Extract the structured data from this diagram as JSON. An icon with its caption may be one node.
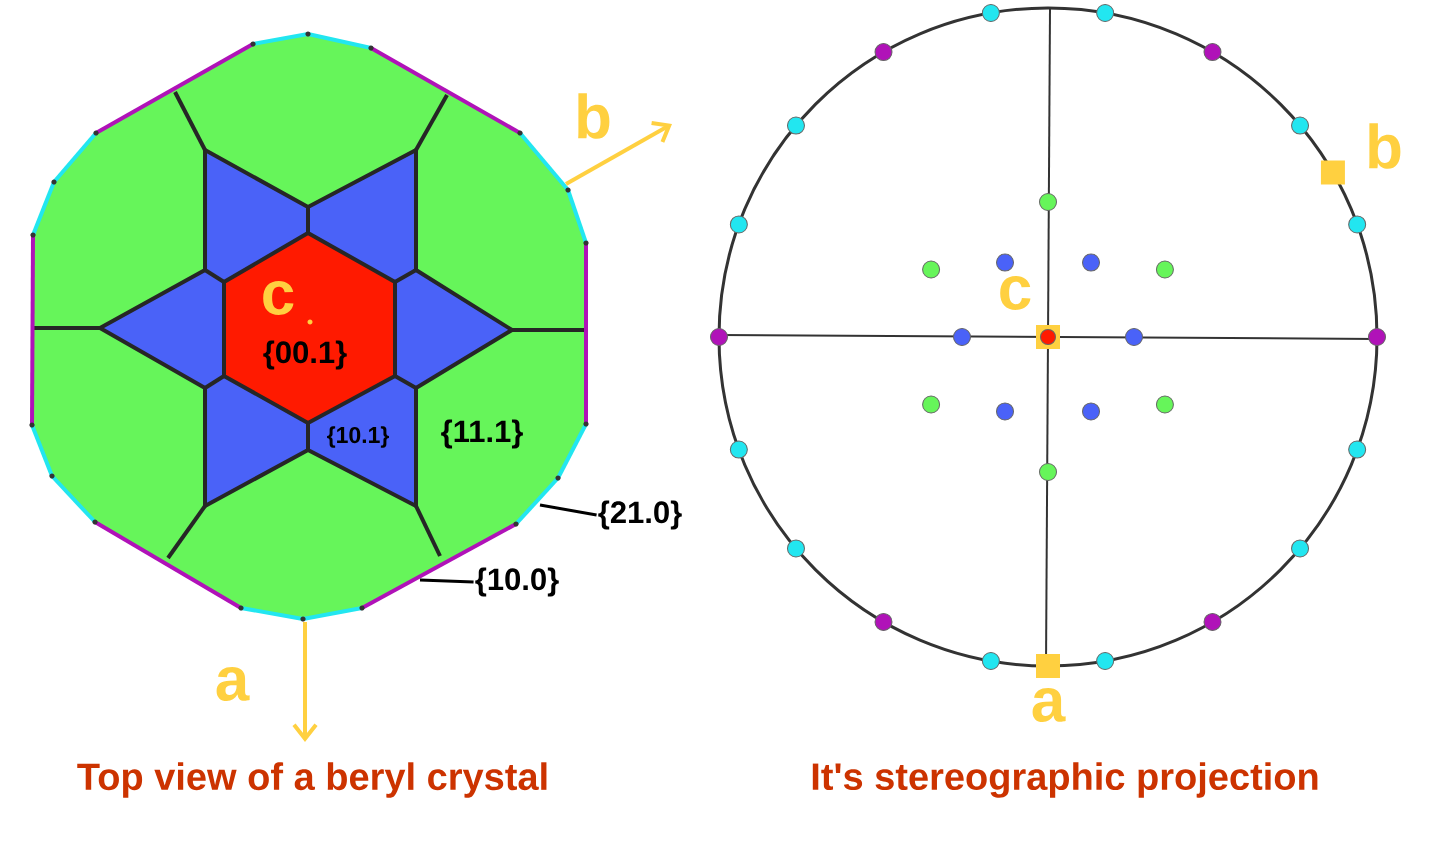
{
  "diagram": {
    "nodes": [
      {
        "text": [
          "{21.0}"
        ]
      },
      {
        "text": [
          "{10.0}"
        ]
      }
    ],
    "edges": [
      {
        "from": 0,
        "to": null,
        "arrow": "none"
      },
      {
        "from": 1,
        "to": null,
        "arrow": "none"
      }
    ],
    "labels": [
      "b",
      "c",
      "{00.1}",
      "{10.1}",
      "{11.1}",
      "a",
      "Top view of a beryl crystal",
      "b",
      "c",
      "a",
      "It's stereographic projection"
    ]
  }
}
